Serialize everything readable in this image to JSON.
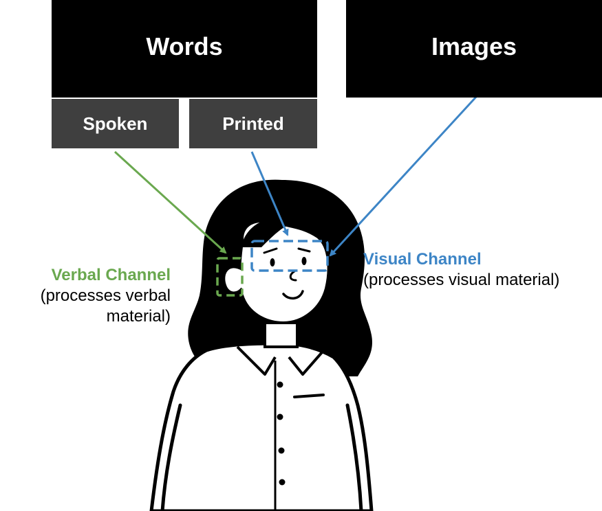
{
  "boxes": {
    "words": "Words",
    "images": "Images",
    "spoken": "Spoken",
    "printed": "Printed"
  },
  "channels": {
    "verbal": {
      "title": "Verbal Channel",
      "description": "(processes verbal material)",
      "color": "#6aa84f"
    },
    "visual": {
      "title": "Visual Channel",
      "description": "(processes visual material)",
      "color": "#3d85c6"
    }
  },
  "colors": {
    "box_dark": "#000000",
    "box_sub": "#3f3f3f"
  }
}
